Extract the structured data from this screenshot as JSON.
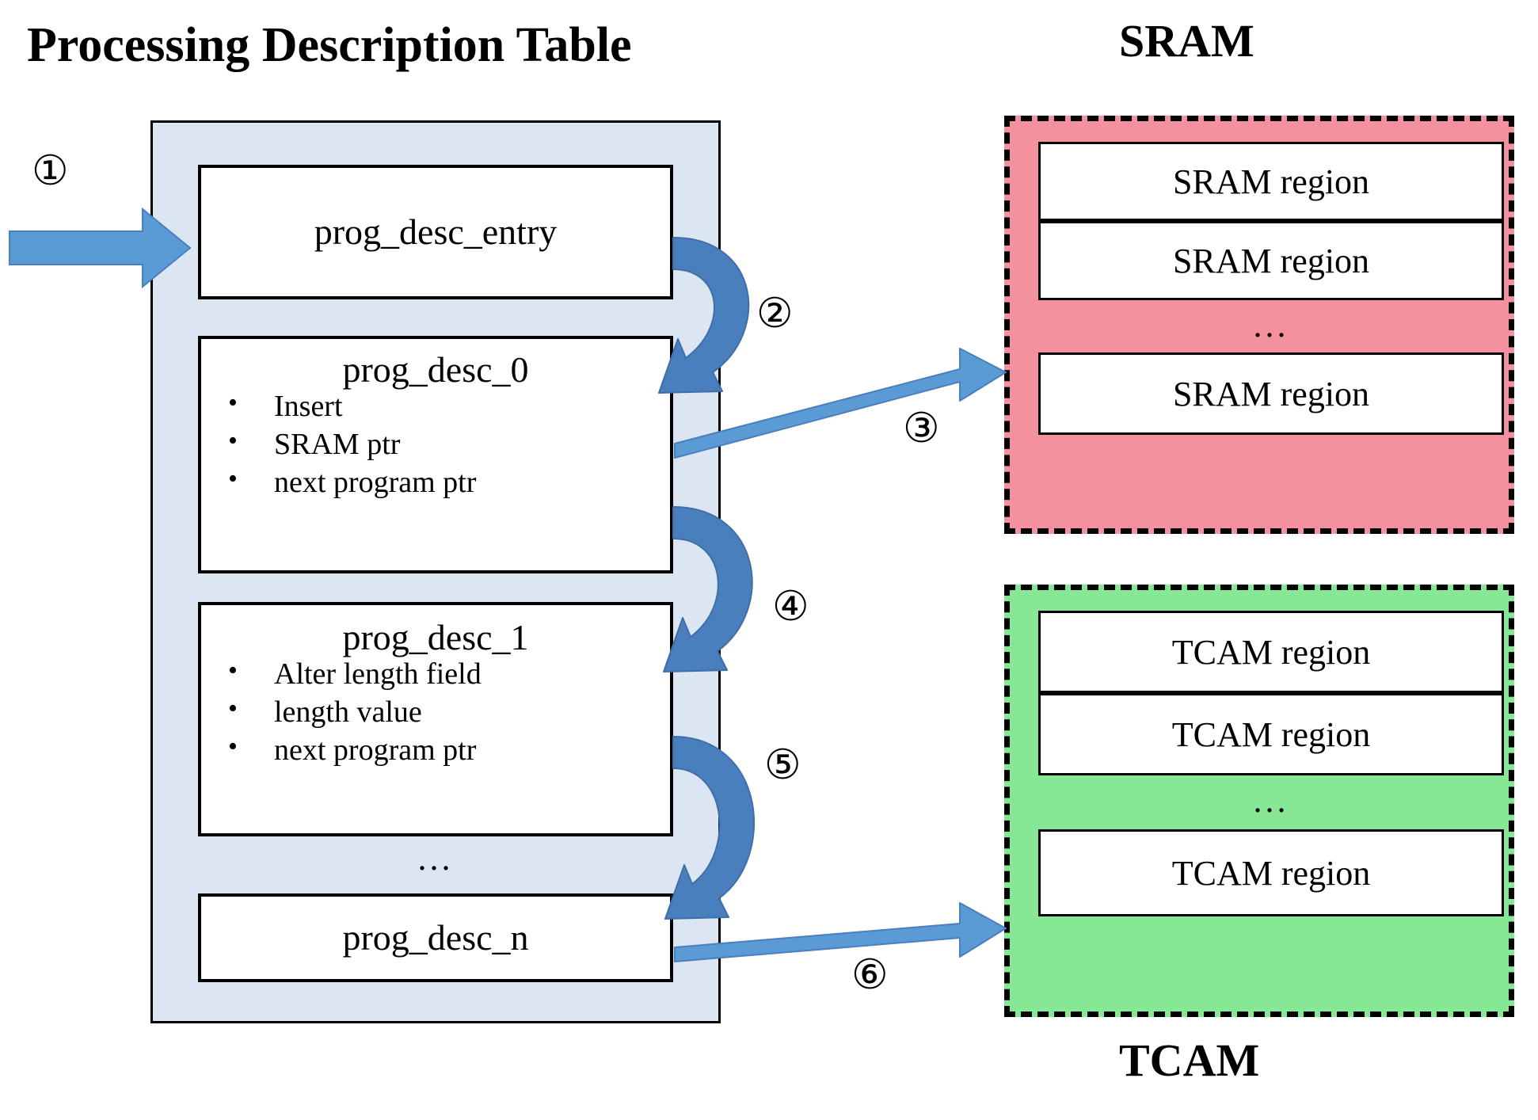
{
  "titles": {
    "processing_description_table": "Processing Description Table",
    "sram": "SRAM",
    "tcam": "TCAM"
  },
  "pdt": {
    "entry": {
      "title": "prog_desc_entry"
    },
    "desc_0": {
      "title": "prog_desc_0",
      "bullets": [
        "Insert",
        "SRAM ptr",
        "next program ptr"
      ]
    },
    "desc_1": {
      "title": "prog_desc_1",
      "bullets": [
        "Alter length field",
        "length value",
        "next program ptr"
      ]
    },
    "ellipsis": "...",
    "desc_n": {
      "title": "prog_desc_n"
    }
  },
  "sram_panel": {
    "regions": [
      "SRAM region",
      "SRAM region",
      "SRAM region"
    ],
    "ellipsis": "...",
    "fill_color": "#f4919f",
    "border_color": "#000000"
  },
  "tcam_panel": {
    "regions": [
      "TCAM region",
      "TCAM region",
      "TCAM region"
    ],
    "ellipsis": "...",
    "fill_color": "#86e894",
    "border_color": "#000000"
  },
  "steps": {
    "s1": "①",
    "s2": "②",
    "s3": "③",
    "s4": "④",
    "s5": "⑤",
    "s6": "⑥"
  },
  "colors": {
    "panel_fill": "#dce6f2",
    "arrow_blue": "#5b9bd5",
    "arrow_blue_dark": "#4a86c5",
    "box_border": "#000000"
  }
}
